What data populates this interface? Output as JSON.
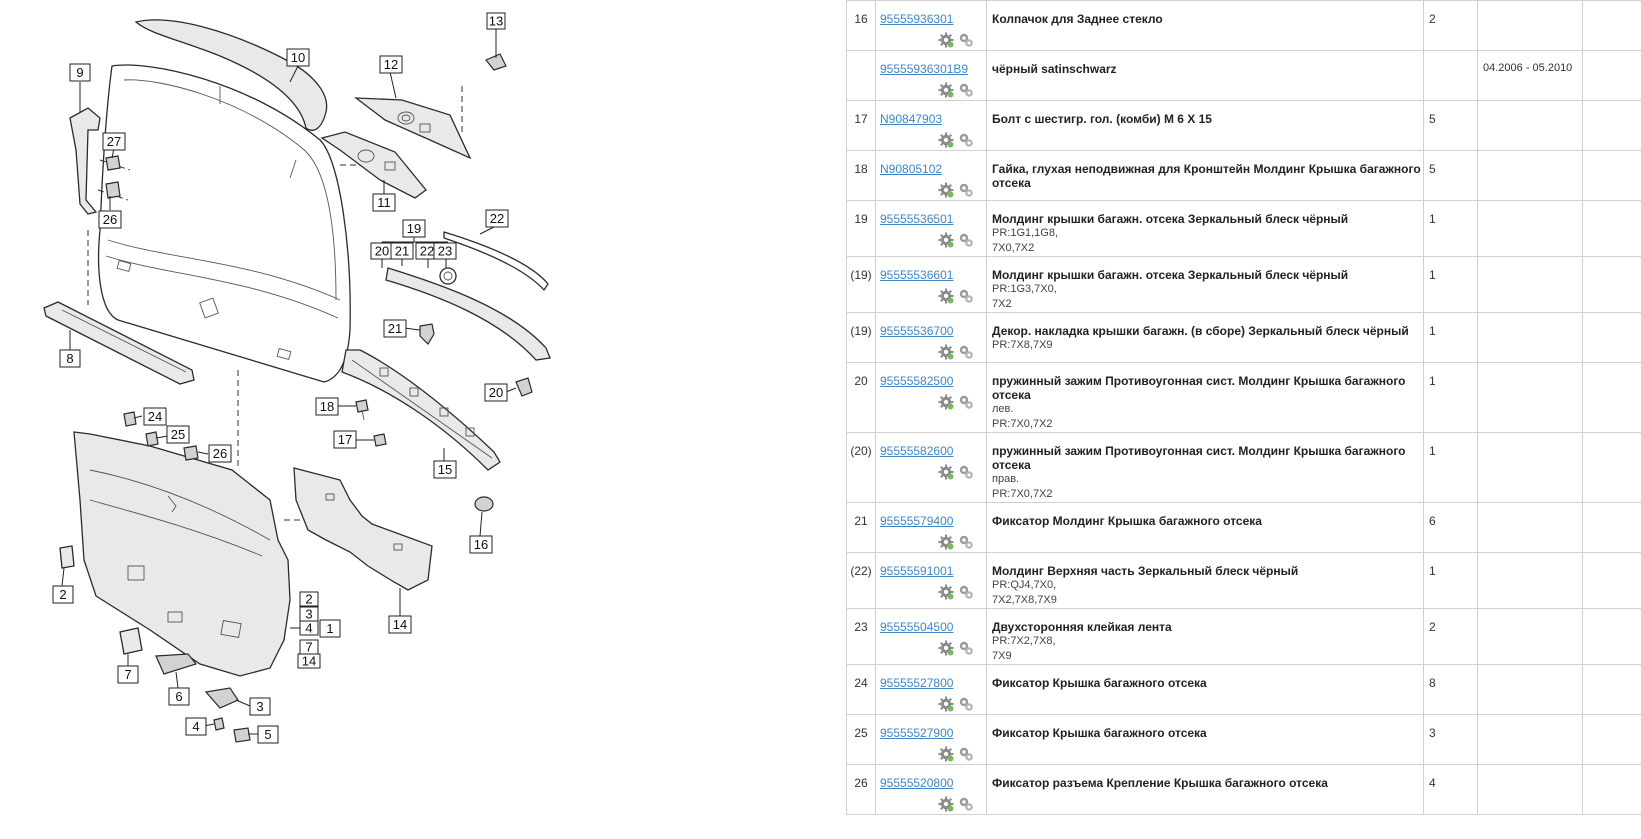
{
  "diagram": {
    "callouts": [
      {
        "id": "c13",
        "label": "13"
      },
      {
        "id": "c10",
        "label": "10"
      },
      {
        "id": "c12",
        "label": "12"
      },
      {
        "id": "c9",
        "label": "9"
      },
      {
        "id": "c27",
        "label": "27"
      },
      {
        "id": "c26a",
        "label": "26"
      },
      {
        "id": "c11",
        "label": "11"
      },
      {
        "id": "c19",
        "label": "19"
      },
      {
        "id": "c22",
        "label": "22"
      },
      {
        "id": "c20a",
        "label": "20"
      },
      {
        "id": "c21a",
        "label": "21"
      },
      {
        "id": "c22b",
        "label": "22"
      },
      {
        "id": "c23",
        "label": "23"
      },
      {
        "id": "c21b",
        "label": "21"
      },
      {
        "id": "c8",
        "label": "8"
      },
      {
        "id": "c20b",
        "label": "20"
      },
      {
        "id": "c18",
        "label": "18"
      },
      {
        "id": "c17",
        "label": "17"
      },
      {
        "id": "c15",
        "label": "15"
      },
      {
        "id": "c16",
        "label": "16"
      },
      {
        "id": "c24",
        "label": "24"
      },
      {
        "id": "c25",
        "label": "25"
      },
      {
        "id": "c26b",
        "label": "26"
      },
      {
        "id": "c2",
        "label": "2"
      },
      {
        "id": "c14",
        "label": "14"
      },
      {
        "id": "c2b",
        "label": "2"
      },
      {
        "id": "c3b",
        "label": "3"
      },
      {
        "id": "c4b",
        "label": "4"
      },
      {
        "id": "c1",
        "label": "1"
      },
      {
        "id": "c7b",
        "label": "7"
      },
      {
        "id": "c14b",
        "label": "14"
      },
      {
        "id": "c7",
        "label": "7"
      },
      {
        "id": "c6",
        "label": "6"
      },
      {
        "id": "c3",
        "label": "3"
      },
      {
        "id": "c4",
        "label": "4"
      },
      {
        "id": "c5",
        "label": "5"
      }
    ]
  },
  "parts": {
    "rows": [
      {
        "no": "16",
        "code": "95555936301",
        "desc": "Колпачок для Заднее стекло",
        "notes": [],
        "qty": "2",
        "date": ""
      },
      {
        "no": "",
        "code": "95555936301B9",
        "desc": "чёрный satinschwarz",
        "notes": [],
        "qty": "",
        "date": "04.2006 - 05.2010"
      },
      {
        "no": "17",
        "code": "N90847903",
        "desc": "Болт с шестигр. гол. (комби) М 6 X 15",
        "notes": [],
        "qty": "5",
        "date": ""
      },
      {
        "no": "18",
        "code": "N90805102",
        "desc": "Гайка, глухая неподвижная для Кронштейн Молдинг Крышка багажного отсека",
        "notes": [],
        "qty": "5",
        "date": ""
      },
      {
        "no": "19",
        "code": "95555536501",
        "desc": "Молдинг крышки багажн. отсека Зеркальный блеск чёрный",
        "notes": [
          "PR:1G1,1G8,",
          "7X0,7X2"
        ],
        "qty": "1",
        "date": ""
      },
      {
        "no": "(19)",
        "code": "95555536601",
        "desc": "Молдинг крышки багажн. отсека Зеркальный блеск чёрный",
        "notes": [
          "PR:1G3,7X0,",
          "7X2"
        ],
        "qty": "1",
        "date": ""
      },
      {
        "no": "(19)",
        "code": "95555536700",
        "desc": "Декор. накладка крышки багажн. (в сборе) Зеркальный блеск чёрный",
        "notes": [
          "PR:7X8,7X9"
        ],
        "qty": "1",
        "date": ""
      },
      {
        "no": "20",
        "code": "95555582500",
        "desc": "пружинный зажим Противоугонная сист. Молдинг Крышка багажного отсека",
        "notes": [
          "лев.",
          "PR:7X0,7X2"
        ],
        "qty": "1",
        "date": ""
      },
      {
        "no": "(20)",
        "code": "95555582600",
        "desc": "пружинный зажим Противоугонная сист. Молдинг Крышка багажного отсека",
        "notes": [
          "прав.",
          "PR:7X0,7X2"
        ],
        "qty": "1",
        "date": ""
      },
      {
        "no": "21",
        "code": "95555579400",
        "desc": "Фиксатор Молдинг Крышка багажного отсека",
        "notes": [],
        "qty": "6",
        "date": ""
      },
      {
        "no": "(22)",
        "code": "95555591001",
        "desc": "Молдинг Верхняя часть Зеркальный блеск чёрный",
        "notes": [
          "PR:QJ4,7X0,",
          "7X2,7X8,7X9"
        ],
        "qty": "1",
        "date": ""
      },
      {
        "no": "23",
        "code": "95555504500",
        "desc": "Двухсторонняя клейкая лента",
        "notes": [
          "PR:7X2,7X8,",
          "7X9"
        ],
        "qty": "2",
        "date": ""
      },
      {
        "no": "24",
        "code": "95555527800",
        "desc": "Фиксатор Крышка багажного отсека",
        "notes": [],
        "qty": "8",
        "date": ""
      },
      {
        "no": "25",
        "code": "95555527900",
        "desc": "Фиксатор Крышка багажного отсека",
        "notes": [],
        "qty": "3",
        "date": ""
      },
      {
        "no": "26",
        "code": "95555520800",
        "desc": "Фиксатор разъема Крепление Крышка багажного отсека",
        "notes": [],
        "qty": "4",
        "date": ""
      }
    ]
  },
  "icons": {
    "info": "gear-info-icon",
    "stock": "stock-check-icon"
  },
  "colors": {
    "link": "#3e86c6",
    "border": "#d0d0d0"
  }
}
